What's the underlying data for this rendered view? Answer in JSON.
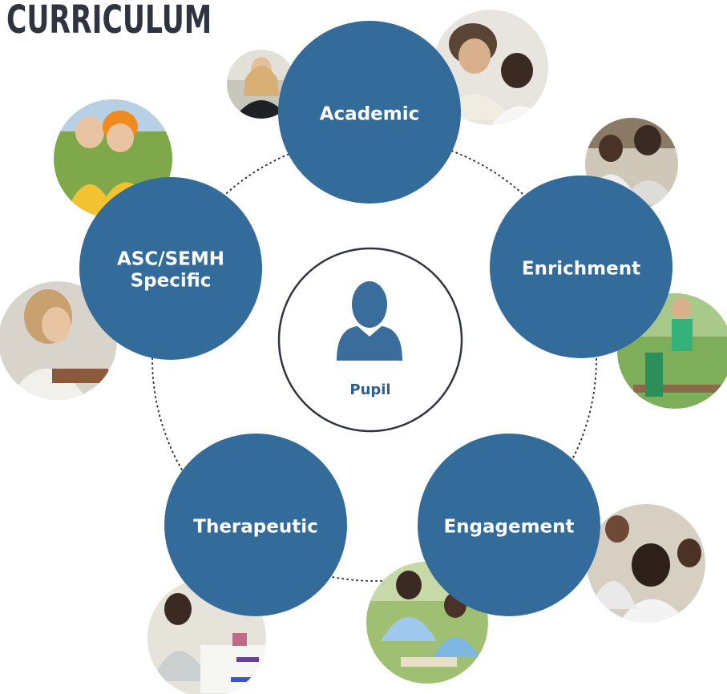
{
  "title": "CURRICULUM",
  "center": {
    "label": "Pupil",
    "icon": "person-icon"
  },
  "nodes": [
    {
      "label": "Academic"
    },
    {
      "label": "Enrichment"
    },
    {
      "label": "Engagement"
    },
    {
      "label": "Therapeutic"
    },
    {
      "label_line1": "ASC/SEMH",
      "label_line2": "Specific"
    }
  ],
  "colors": {
    "node_fill": "#336b9b",
    "title": "#2f3440",
    "center_stroke": "#2f3440",
    "icon": "#3a6d9b"
  }
}
